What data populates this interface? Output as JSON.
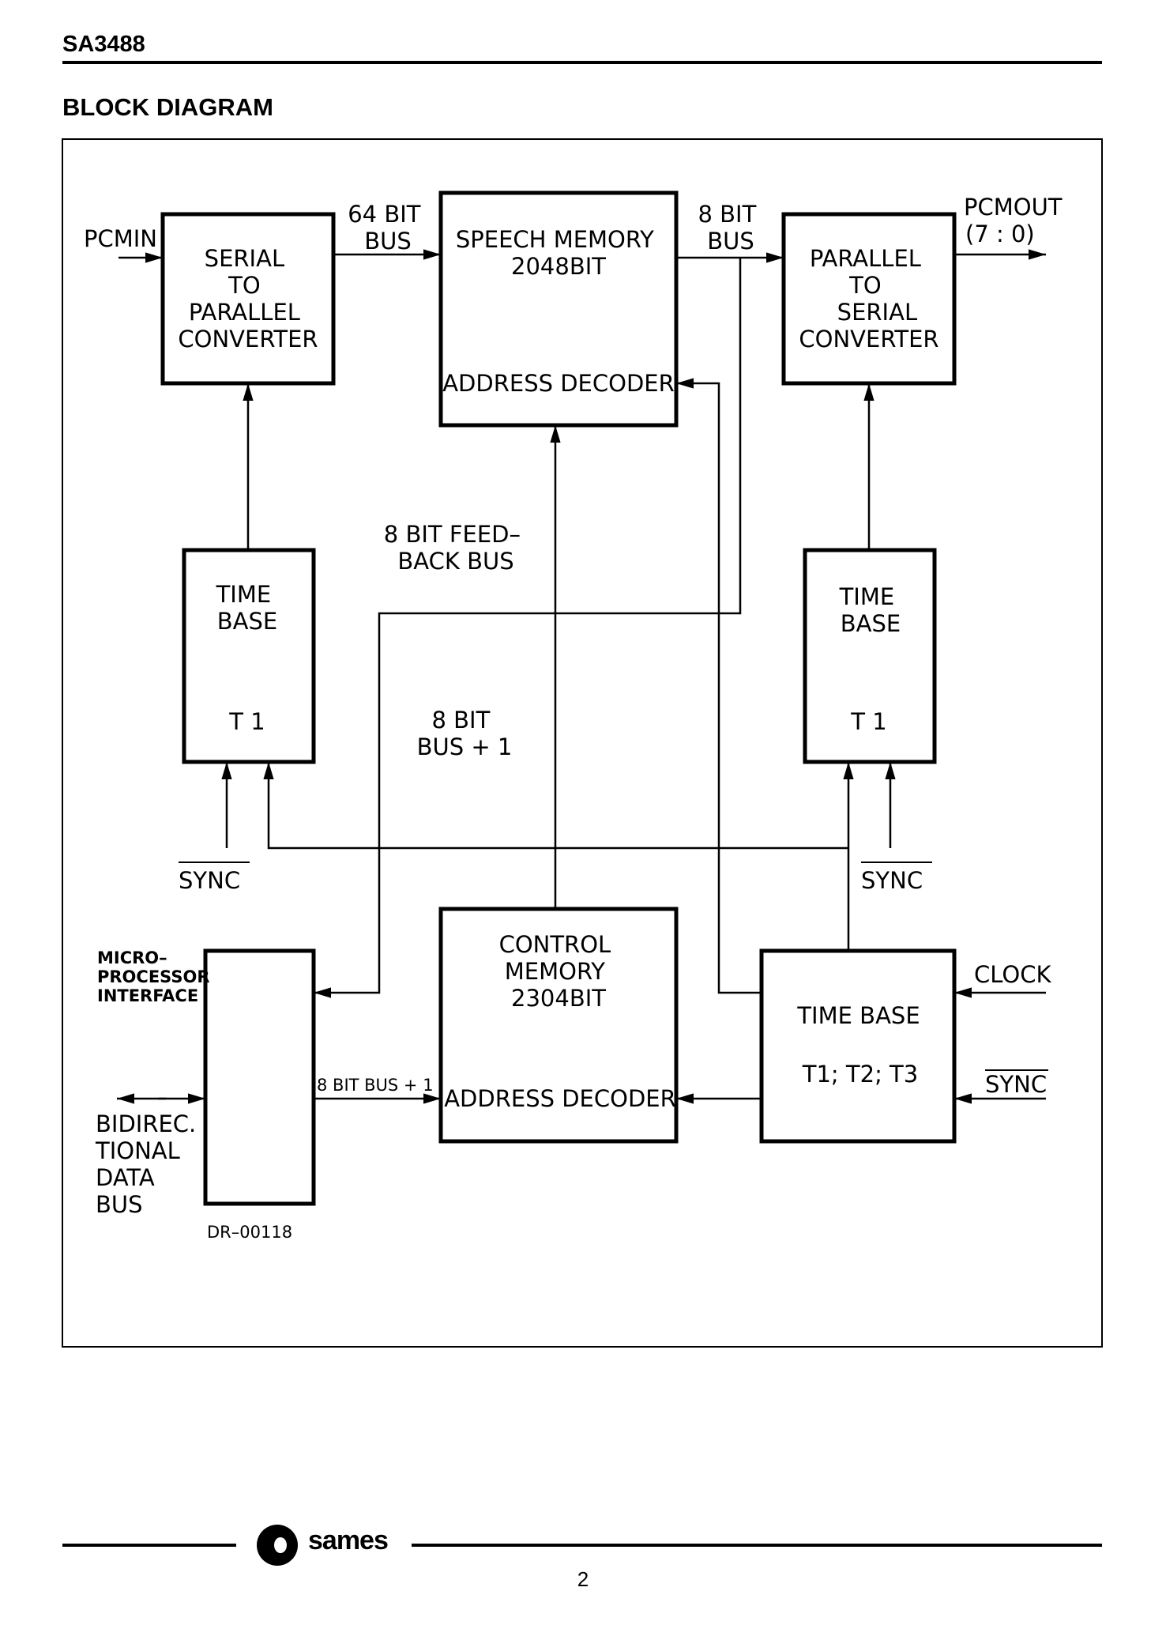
{
  "document": {
    "part_number": "SA3488",
    "section_title": "BLOCK DIAGRAM",
    "page_number": "2",
    "brand": "sames"
  },
  "diagram": {
    "figure_id": "DR–00118",
    "blocks": {
      "serial_to_parallel": [
        "SERIAL",
        "TO",
        "PARALLEL",
        "CONVERTER"
      ],
      "speech_memory": [
        "SPEECH  MEMORY",
        "2048BIT"
      ],
      "speech_memory_decoder": "ADDRESS  DECODER",
      "parallel_to_serial": [
        "PARALLEL",
        "TO",
        "SERIAL",
        "CONVERTER"
      ],
      "time_base_left": [
        "TIME",
        "BASE"
      ],
      "time_base_left_sub": "T  1",
      "time_base_right": [
        "TIME",
        "BASE"
      ],
      "time_base_right_sub": "T  1",
      "control_memory": [
        "CONTROL",
        "MEMORY",
        "2304BIT"
      ],
      "control_memory_decoder": "ADDRESS  DECODER",
      "time_base_main": "TIME  BASE",
      "time_base_main_sub": "T1; T2; T3"
    },
    "labels": {
      "pcmin": "PCMIN",
      "pcmout": [
        "PCMOUT",
        "(7 : 0)"
      ],
      "bus_64": [
        "64  BIT",
        "BUS"
      ],
      "bus_8_top": [
        "8  BIT",
        "BUS"
      ],
      "feedback_bus": [
        "8  BIT  FEED–",
        "BACK  BUS"
      ],
      "bus_8_plus1": [
        "8  BIT",
        "BUS  +  1"
      ],
      "sync_left": "SYNC",
      "sync_right": "SYNC",
      "sync_main": "SYNC",
      "clock": "CLOCK",
      "micro_interface": [
        "MICRO–",
        "PROCESSOR",
        "INTERFACE"
      ],
      "bus_8_plus1_small": "8 BIT BUS + 1",
      "bidirectional_data_bus": [
        "BIDIREC.",
        "TIONAL",
        "DATA",
        "BUS"
      ]
    }
  }
}
